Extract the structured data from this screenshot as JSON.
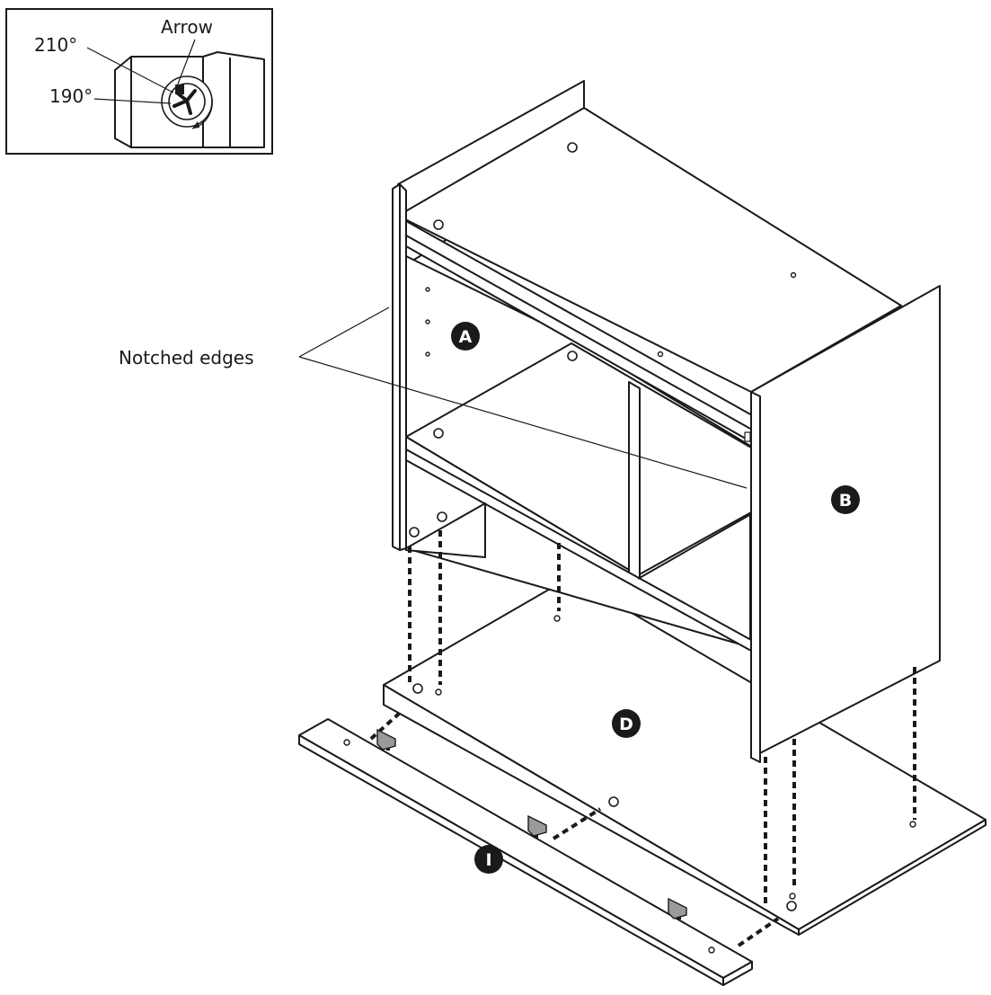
{
  "inset": {
    "labels": {
      "arrow": "Arrow",
      "angle_210": "210°",
      "angle_190": "190°"
    }
  },
  "callouts": {
    "notched_edges": "Notched edges"
  },
  "parts": {
    "A": "A",
    "B": "B",
    "D": "D",
    "I": "I"
  },
  "colors": {
    "line": "#1a1a1a",
    "badge": "#1a1a1a",
    "badge_text": "#ffffff",
    "background": "#ffffff"
  }
}
